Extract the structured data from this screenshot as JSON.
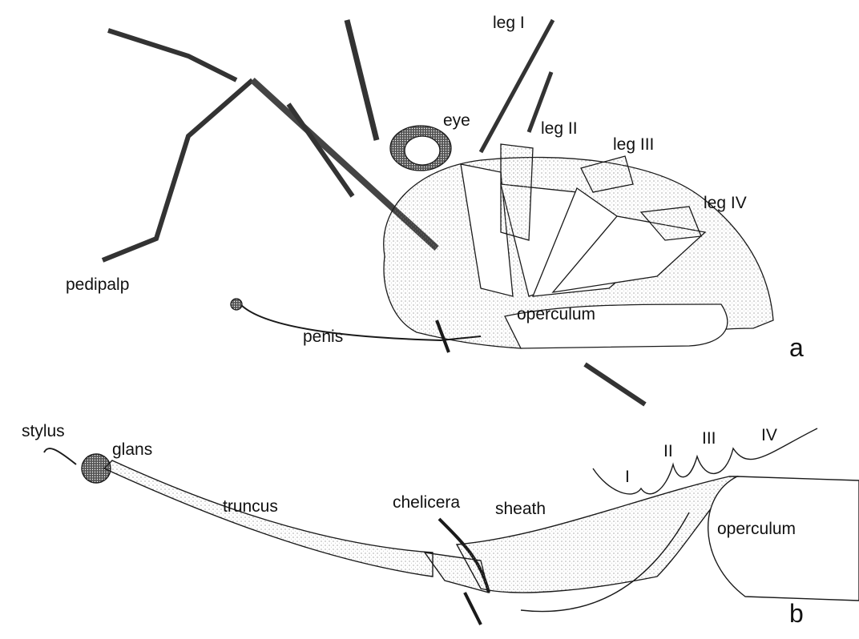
{
  "figure_a": {
    "panel": "a",
    "labels": {
      "leg1": "leg I",
      "eye": "eye",
      "leg2": "leg II",
      "leg3": "leg III",
      "leg4": "leg IV",
      "pedipalp": "pedipalp",
      "operculum": "operculum",
      "penis": "penis"
    }
  },
  "figure_b": {
    "panel": "b",
    "labels": {
      "stylus": "stylus",
      "glans": "glans",
      "truncus": "truncus",
      "chelicera": "chelicera",
      "sheath": "sheath",
      "coxa1": "I",
      "coxa2": "II",
      "coxa3": "III",
      "coxa4": "IV",
      "operculum": "operculum"
    }
  },
  "colors": {
    "ink": "#1a1a1a",
    "stipple": "#bdbdbd"
  }
}
